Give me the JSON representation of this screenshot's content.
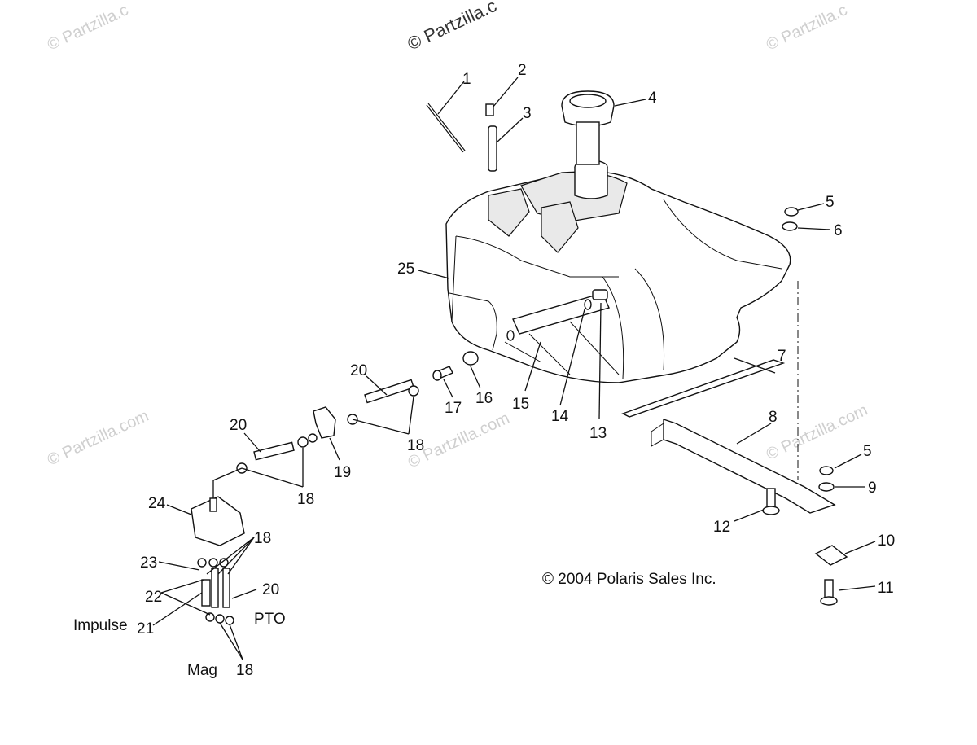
{
  "watermarks": {
    "top_center": "© Partzilla.c",
    "top_left": "© Partzilla.c",
    "top_right": "© Partzilla.c",
    "mid_left": "© Partzilla.com",
    "mid_center": "© Partzilla.com",
    "mid_right": "© Partzilla.com"
  },
  "callouts": [
    {
      "id": "c1",
      "label": "1"
    },
    {
      "id": "c2",
      "label": "2"
    },
    {
      "id": "c3",
      "label": "3"
    },
    {
      "id": "c4",
      "label": "4"
    },
    {
      "id": "c5a",
      "label": "5"
    },
    {
      "id": "c6",
      "label": "6"
    },
    {
      "id": "c25",
      "label": "25"
    },
    {
      "id": "c7",
      "label": "7"
    },
    {
      "id": "c20a",
      "label": "20"
    },
    {
      "id": "c17",
      "label": "17"
    },
    {
      "id": "c16",
      "label": "16"
    },
    {
      "id": "c15",
      "label": "15"
    },
    {
      "id": "c14",
      "label": "14"
    },
    {
      "id": "c13",
      "label": "13"
    },
    {
      "id": "c8",
      "label": "8"
    },
    {
      "id": "c20b",
      "label": "20"
    },
    {
      "id": "c18a",
      "label": "18"
    },
    {
      "id": "c19",
      "label": "19"
    },
    {
      "id": "c18b",
      "label": "18"
    },
    {
      "id": "c5b",
      "label": "5"
    },
    {
      "id": "c9",
      "label": "9"
    },
    {
      "id": "c24",
      "label": "24"
    },
    {
      "id": "c12",
      "label": "12"
    },
    {
      "id": "c18c",
      "label": "18"
    },
    {
      "id": "c10",
      "label": "10"
    },
    {
      "id": "c23",
      "label": "23"
    },
    {
      "id": "c20c",
      "label": "20"
    },
    {
      "id": "c22",
      "label": "22"
    },
    {
      "id": "c11",
      "label": "11"
    },
    {
      "id": "c21",
      "label": "21"
    },
    {
      "id": "c18d",
      "label": "18"
    }
  ],
  "captions": {
    "copyright": "© 2004 Polaris Sales Inc.",
    "impulse": "Impulse",
    "pto": "PTO",
    "mag": "Mag"
  }
}
